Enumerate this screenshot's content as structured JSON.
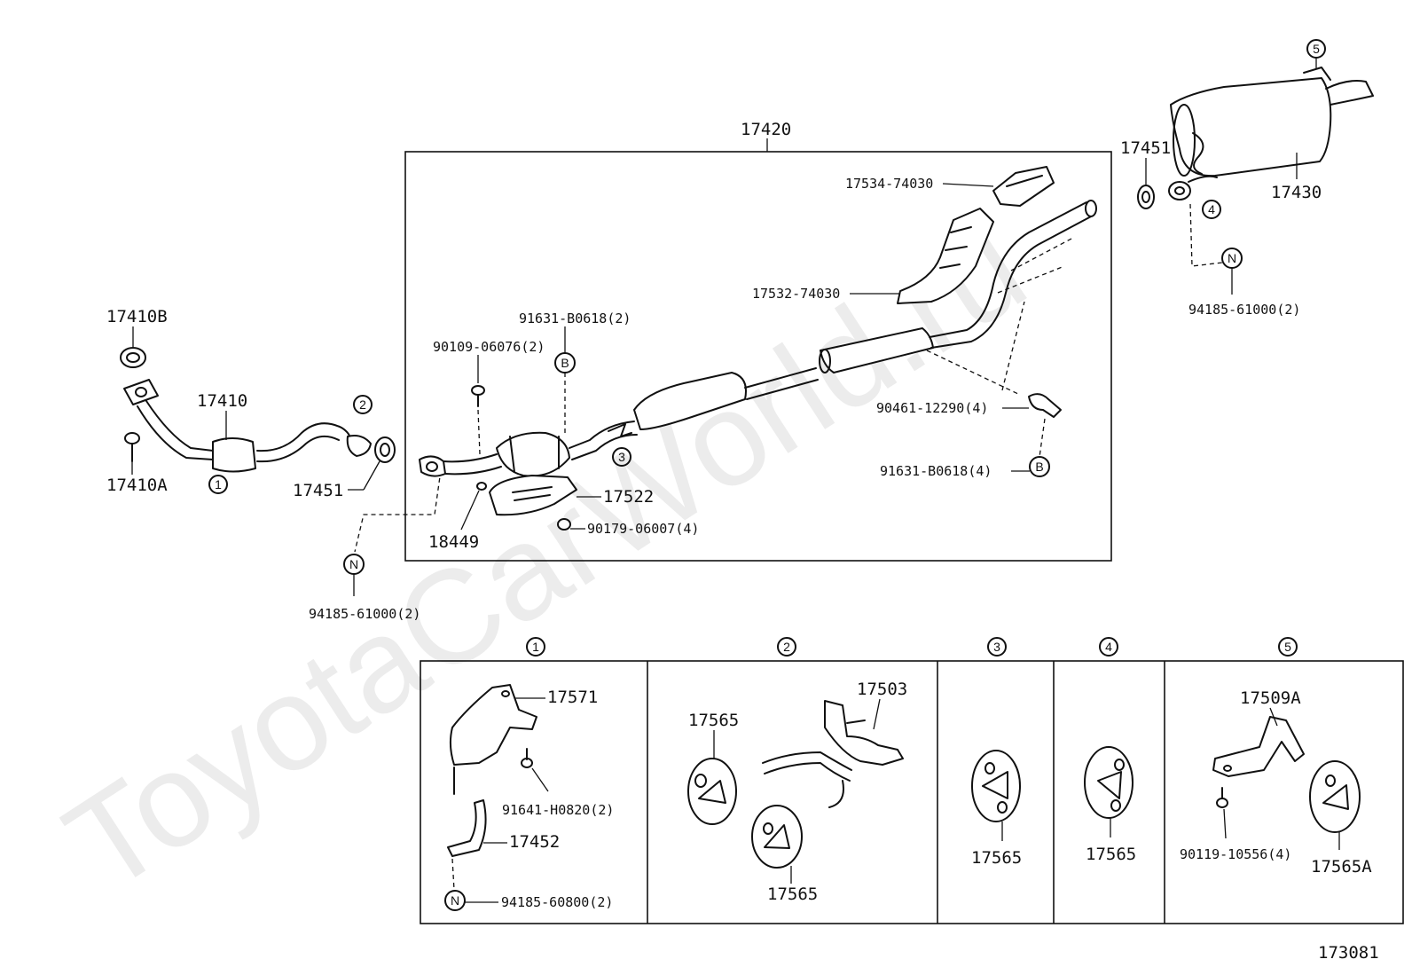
{
  "watermark": "ToyotaCarWorld.ru",
  "diagram_number": "173081",
  "group_box": {
    "part_number": "17420"
  },
  "callouts": {
    "17410B": "17410B",
    "17410": "17410",
    "17410A": "17410A",
    "17451_left": "17451",
    "94185_left": "94185-61000(2)",
    "91631_top": "91631-B0618(2)",
    "90109": "90109-06076(2)",
    "17522": "17522",
    "18449": "18449",
    "90179": "90179-06007(4)",
    "17534": "17534-74030",
    "17532": "17532-74030",
    "90461": "90461-12290(4)",
    "91631_right": "91631-B0618(4)",
    "17451_right": "17451",
    "17430": "17430",
    "94185_right": "94185-61000(2)"
  },
  "markers": {
    "circle_1": "1",
    "circle_2": "2",
    "circle_3": "3",
    "circle_4": "4",
    "circle_5": "5",
    "letter_B": "B",
    "letter_N": "N"
  },
  "detail_panels": [
    {
      "marker": "1",
      "labels": [
        "17571",
        "91641-H0820(2)",
        "17452",
        "94185-60800(2)"
      ]
    },
    {
      "marker": "2",
      "labels": [
        "17565",
        "17503",
        "17565"
      ]
    },
    {
      "marker": "3",
      "labels": [
        "17565"
      ]
    },
    {
      "marker": "4",
      "labels": [
        "17565"
      ]
    },
    {
      "marker": "5",
      "labels": [
        "17509A",
        "90119-10556(4)",
        "17565A"
      ]
    }
  ]
}
